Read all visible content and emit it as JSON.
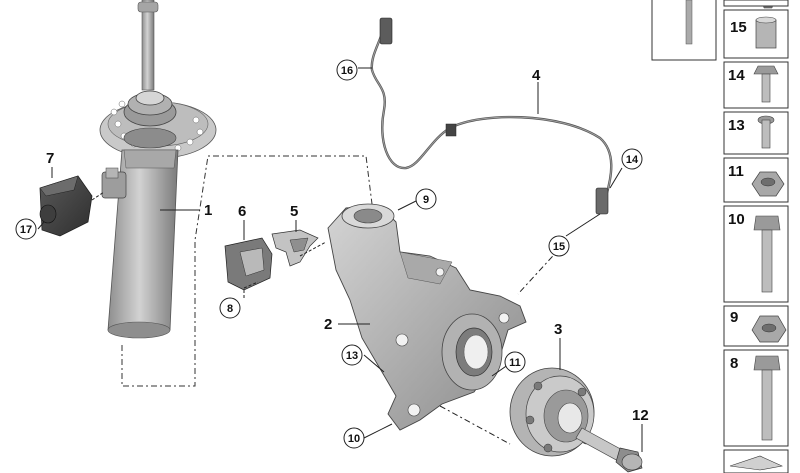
{
  "callouts": {
    "c1": "1",
    "c2": "2",
    "c3": "3",
    "c4": "4",
    "c5": "5",
    "c6": "6",
    "c7": "7",
    "c8": "8",
    "c9": "9",
    "c10": "10",
    "c11": "11",
    "c12": "12",
    "c13": "13",
    "c14": "14",
    "c15": "15",
    "c16": "16",
    "c17": "17"
  },
  "side_panel": {
    "items": [
      {
        "label": "15",
        "icon": "spacer-sleeve-icon"
      },
      {
        "label": "14",
        "icon": "flange-bolt-icon"
      },
      {
        "label": "13",
        "icon": "torx-bolt-icon"
      },
      {
        "label": "11",
        "icon": "hex-nut-icon"
      },
      {
        "label": "10",
        "icon": "hex-bolt-icon"
      },
      {
        "label": "9",
        "icon": "collar-nut-icon"
      },
      {
        "label": "8",
        "icon": "long-hex-bolt-icon"
      }
    ]
  },
  "colors": {
    "part_fill": "#b7b7b7",
    "part_dark": "#6e6e6e",
    "line": "#222222"
  }
}
